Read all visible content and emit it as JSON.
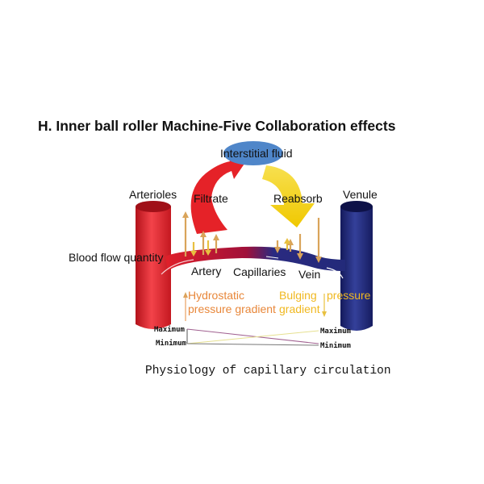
{
  "title": "H. Inner ball roller Machine-Five Collaboration effects",
  "labels": {
    "interstitial": "Interstitial fluid",
    "arterioles": "Arterioles",
    "filtrate": "Filtrate",
    "reabsorb": "Reabsorb",
    "venule": "Venule",
    "blood_flow": "Blood flow quantity",
    "artery": "Artery",
    "capillaries": "Capillaries",
    "vein": "Vein",
    "hydrostatic_1": "Hydrostatic",
    "hydrostatic_2": "pressure gradient",
    "bulging_1": "Bulging",
    "bulging_2": "pressure",
    "bulging_3": "gradient",
    "left_max": "Maximum",
    "left_min": "Minimum",
    "right_max": "Maximum",
    "right_min": "Minimum"
  },
  "caption": "Physiology of capillary circulation",
  "colors": {
    "artery": "#e8222c",
    "vein": "#232a7a",
    "fluid": "#4f86c9",
    "filtrate": "#e52228",
    "reabsorb": "#f2d20e",
    "hydro": "#e8873a",
    "bulge": "#f0b820"
  }
}
